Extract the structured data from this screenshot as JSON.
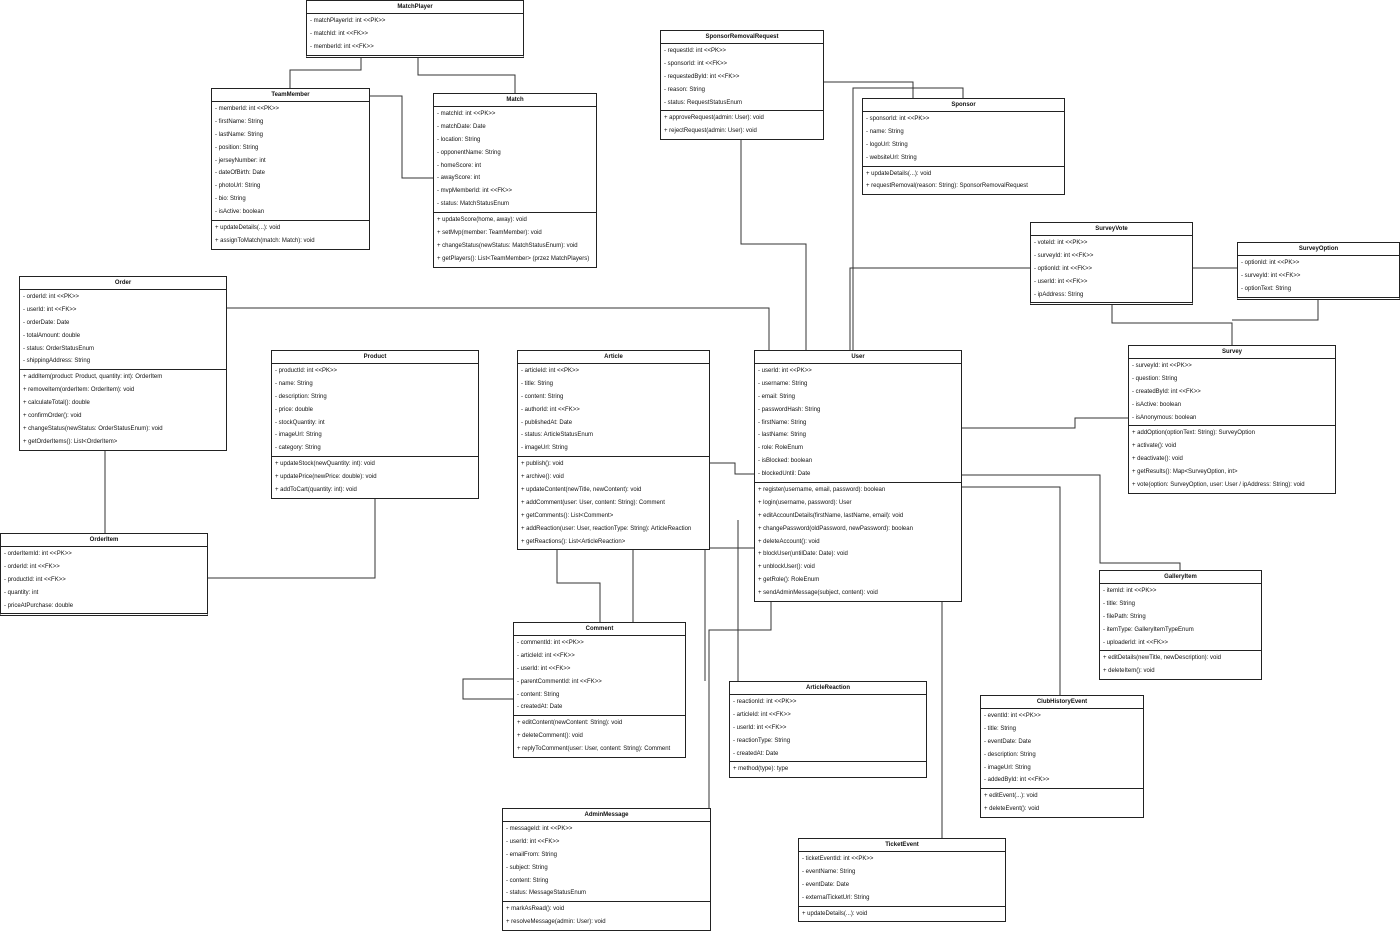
{
  "classes": {
    "matchplayer": {
      "name": "MatchPlayer",
      "attributes": [
        "- matchPlayerId: int <<PK>>",
        "- matchId: int <<FK>>",
        "- memberId: int <<FK>>"
      ],
      "operations": []
    },
    "teammember": {
      "name": "TeamMember",
      "attributes": [
        "- memberId: int <<PK>>",
        "- firstName: String",
        "- lastName: String",
        "- position: String",
        "- jerseyNumber: int",
        "- dateOfBirth: Date",
        "- photoUrl: String",
        "- bio: String",
        "- isActive: boolean"
      ],
      "operations": [
        "+ updateDetails(...): void",
        "+ assignToMatch(match: Match): void"
      ]
    },
    "match": {
      "name": "Match",
      "attributes": [
        "- matchId: int <<PK>>",
        "- matchDate: Date",
        "- location: String",
        "- opponentName: String",
        "- homeScore: int",
        "- awayScore: int",
        "- mvpMemberId: int <<FK>>",
        "- status: MatchStatusEnum"
      ],
      "operations": [
        "+ updateScore(home, away): void",
        "+ setMvp(member: TeamMember): void",
        "+ changeStatus(newStatus: MatchStatusEnum): void",
        "+ getPlayers(): List<TeamMember> (przez MatchPlayers)"
      ]
    },
    "sponsorremovalrequest": {
      "name": "SponsorRemovalRequest",
      "attributes": [
        "- requestId: int <<PK>>",
        "- sponsorId: int <<FK>>",
        "- requestedById: int <<FK>>",
        "- reason: String",
        "- status: RequestStatusEnum"
      ],
      "operations": [
        "+ approveRequest(admin: User): void",
        "+ rejectRequest(admin: User): void"
      ]
    },
    "sponsor": {
      "name": "Sponsor",
      "attributes": [
        "- sponsorId: int <<PK>>",
        "- name: String",
        "- logoUrl: String",
        "- websiteUrl: String"
      ],
      "operations": [
        "+ updateDetails(...): void",
        "+ requestRemoval(reason: String): SponsorRemovalRequest"
      ]
    },
    "surveyvote": {
      "name": "SurveyVote",
      "attributes": [
        "- voteId: int <<PK>>",
        "- surveyId: int <<FK>>",
        "- optionId: int <<FK>>",
        "- userId: int <<FK>>",
        "- ipAddress: String"
      ],
      "operations": []
    },
    "surveyoption": {
      "name": "SurveyOption",
      "attributes": [
        "- optionId: int <<PK>>",
        "- surveyId: int <<FK>>",
        "- optionText: String"
      ],
      "operations": []
    },
    "order": {
      "name": "Order",
      "attributes": [
        "- orderId: int <<PK>>",
        "- userId: int <<FK>>",
        "- orderDate: Date",
        "- totalAmount: double",
        "- status: OrderStatusEnum",
        "- shippingAddress: String"
      ],
      "operations": [
        "+ addItem(product: Product, quantity: int): OrderItem",
        "+ removeItem(orderItem: OrderItem): void",
        "+ calculateTotal(): double",
        "+ confirmOrder(): void",
        "+ changeStatus(newStatus: OrderStatusEnum): void",
        "+ getOrderItems(): List<OrderItem>"
      ]
    },
    "product": {
      "name": "Product",
      "attributes": [
        "- productId: int <<PK>>",
        "- name: String",
        "- description: String",
        "- price: double",
        "- stockQuantity: int",
        "- imageUrl: String",
        "- category: String"
      ],
      "operations": [
        "+ updateStock(newQuantity: int): void",
        "+ updatePrice(newPrice: double): void",
        "+ addToCart(quantity: int): void"
      ]
    },
    "article": {
      "name": "Article",
      "attributes": [
        "- articleId: int <<PK>>",
        "- title: String",
        "- content: String",
        "- authorId: int <<FK>>",
        "- publishedAt: Date",
        "- status: ArticleStatusEnum",
        "- imageUrl: String"
      ],
      "operations": [
        "+ publish(): void",
        "+ archive(): void",
        "+ updateContent(newTitle, newContent): void",
        "+ addComment(user: User, content: String): Comment",
        "+ getComments(): List<Comment>",
        "+ addReaction(user: User, reactionType: String): ArticleReaction",
        "+ getReactions(): List<ArticleReaction>"
      ]
    },
    "user": {
      "name": "User",
      "attributes": [
        "- userId: int <<PK>>",
        "- username: String",
        "- email: String",
        "- passwordHash: String",
        "- firstName: String",
        "- lastName: String",
        "- role: RoleEnum",
        "- isBlocked: boolean",
        "- blockedUntil: Date"
      ],
      "operations": [
        "+ register(username, email, password): boolean",
        "+ login(username, password): User",
        "+ editAccountDetails(firstName, lastName, email): void",
        "+ changePassword(oldPassword, newPassword): boolean",
        "+ deleteAccount(): void",
        "+ blockUser(untilDate: Date): void",
        "+ unblockUser(): void",
        "+ getRole(): RoleEnum",
        "+ sendAdminMessage(subject, content): void"
      ]
    },
    "survey": {
      "name": "Survey",
      "attributes": [
        "- surveyId: int <<PK>>",
        "- question: String",
        "- createdById: int <<FK>>",
        "- isActive: boolean",
        "- isAnonymous: boolean"
      ],
      "operations": [
        "+ addOption(optionText: String): SurveyOption",
        "+ activate(): void",
        "+ deactivate(): void",
        "+ getResults(): Map<SurveyOption, int>",
        "+ vote(option: SurveyOption, user: User / ipAddress: String): void"
      ]
    },
    "orderitem": {
      "name": "OrderItem",
      "attributes": [
        "- orderItemId: int <<PK>>",
        "- orderId: int <<FK>>",
        "- productId: int <<FK>>",
        "- quantity: int",
        "- priceAtPurchase: double"
      ],
      "operations": []
    },
    "galleryitem": {
      "name": "GalleryItem",
      "attributes": [
        "- itemId: int <<PK>>",
        "- title: String",
        "- filePath: String",
        "- itemType: GalleryItemTypeEnum",
        "- uploaderId: int <<FK>>"
      ],
      "operations": [
        "+ editDetails(newTitle, newDescription): void",
        "+ deleteItem(): void"
      ]
    },
    "comment": {
      "name": "Comment",
      "attributes": [
        "- commentId: int <<PK>>",
        "- articleId: int <<FK>>",
        "- userId: int <<FK>>",
        "- parentCommentId: int <<FK>>",
        "- content: String",
        "- createdAt: Date"
      ],
      "operations": [
        "+ editContent(newContent: String): void",
        "+ deleteComment(): void",
        "+ replyToComment(user: User, content: String): Comment"
      ]
    },
    "articlereaction": {
      "name": "ArticleReaction",
      "attributes": [
        "- reactionId: int <<PK>>",
        "- articleId: int <<FK>>",
        "- userId: int <<FK>>",
        "- reactionType: String",
        "- createdAt: Date"
      ],
      "operations": [
        "+ method(type): type"
      ]
    },
    "clubhistoryevent": {
      "name": "ClubHistoryEvent",
      "attributes": [
        "- eventId: int <<PK>>",
        "- title: String",
        "- eventDate: Date",
        "- description: String",
        "- imageUrl: String",
        "- addedById: int <<FK>>"
      ],
      "operations": [
        "+ editEvent(...): void",
        "+ deleteEvent(): void"
      ]
    },
    "adminmessage": {
      "name": "AdminMessage",
      "attributes": [
        "- messageId: int <<PK>>",
        "- userId: int <<FK>>",
        "- emailFrom: String",
        "- subject: String",
        "- content: String",
        "- status: MessageStatusEnum"
      ],
      "operations": [
        "+ markAsRead(): void",
        "+ resolveMessage(admin: User): void"
      ]
    },
    "ticketevent": {
      "name": "TicketEvent",
      "attributes": [
        "- ticketEventId: int <<PK>>",
        "- eventName: String",
        "- eventDate: Date",
        "- externalTicketUrl: String"
      ],
      "operations": [
        "+ updateDetails(...): void"
      ]
    }
  }
}
